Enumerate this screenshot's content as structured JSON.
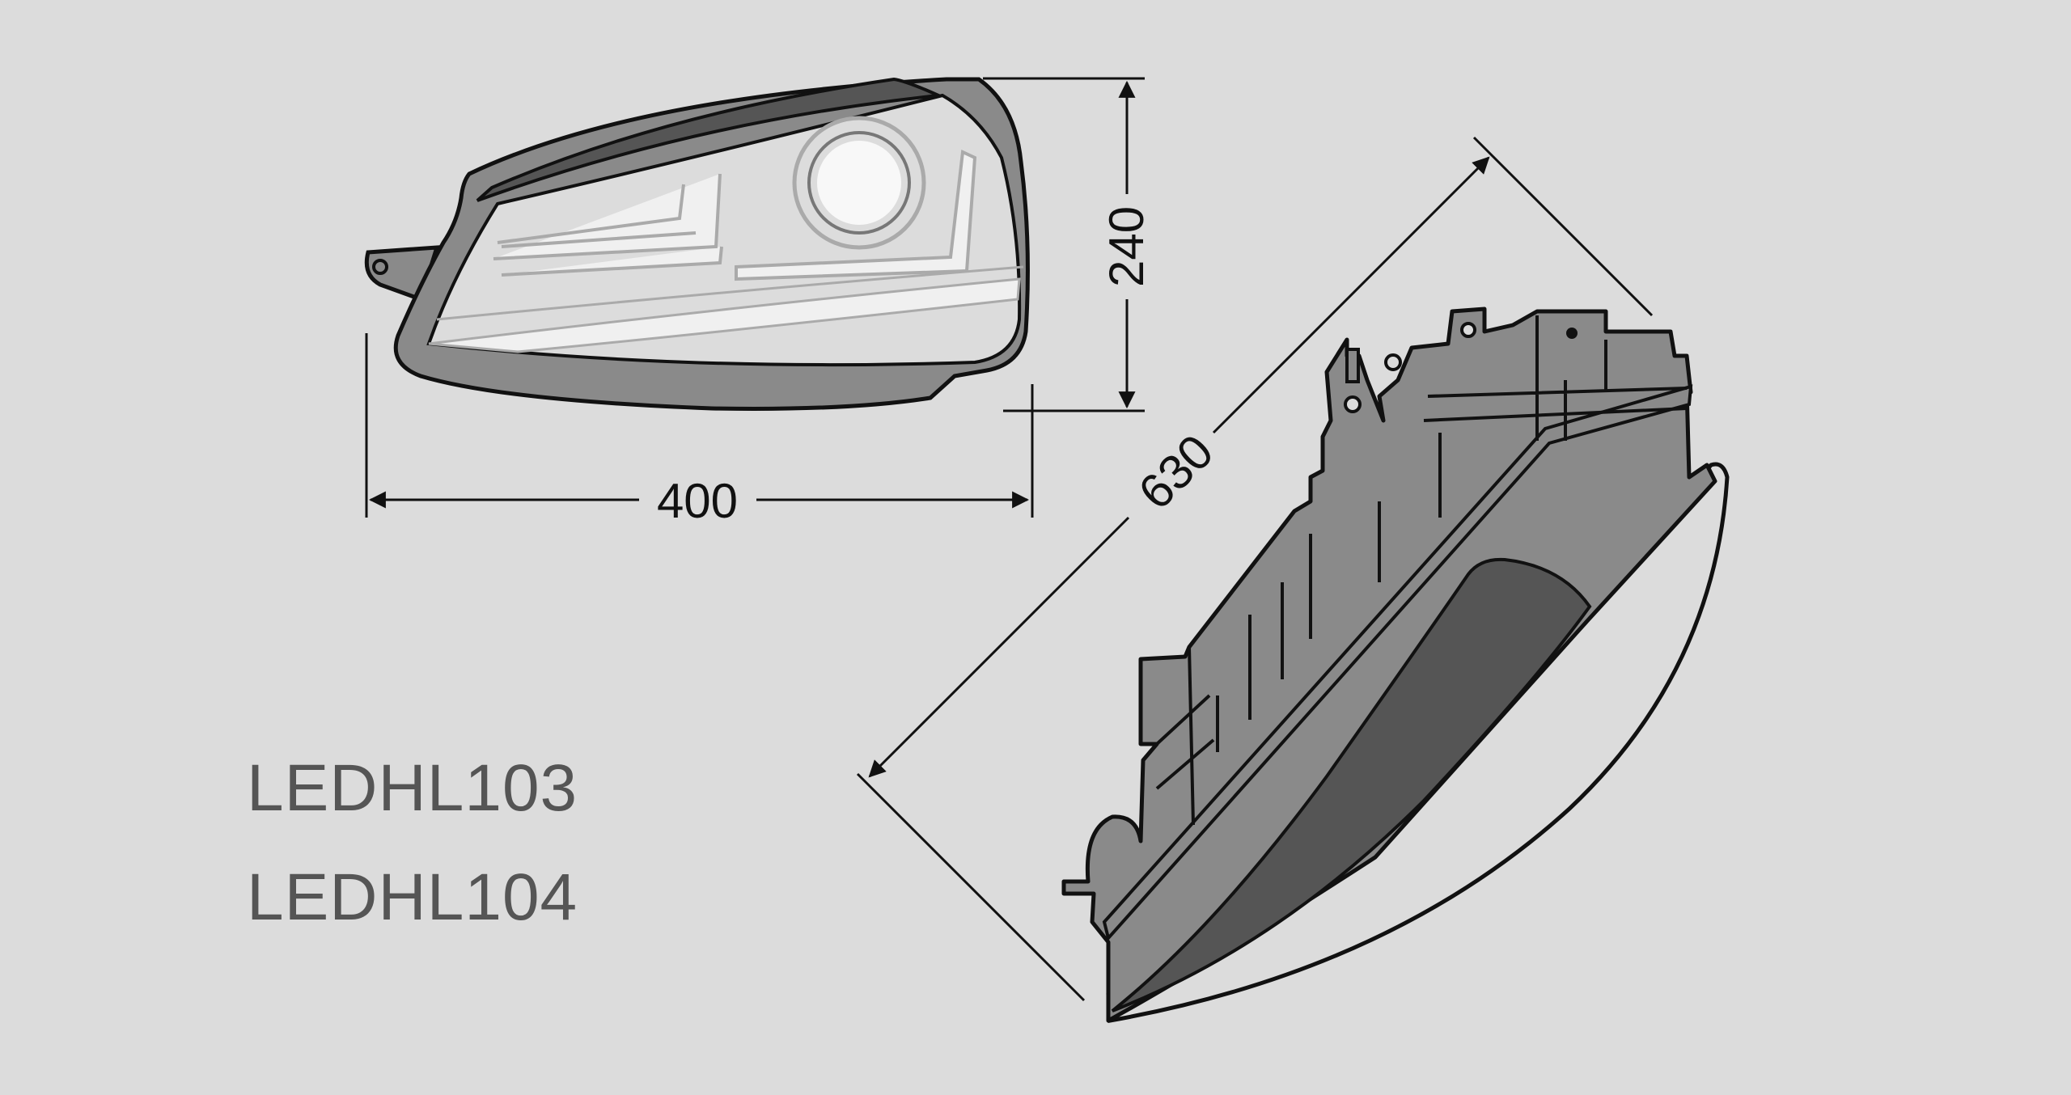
{
  "dimensions": {
    "width": "400",
    "height": "240",
    "length": "630"
  },
  "models": [
    "LEDHL103",
    "LEDHL104"
  ],
  "colors": {
    "background": "#dcdcdc",
    "housing": "#8a8a8a",
    "dark_lens": "#555555",
    "outline": "#111111",
    "light_guide": "#f0f0f0"
  }
}
